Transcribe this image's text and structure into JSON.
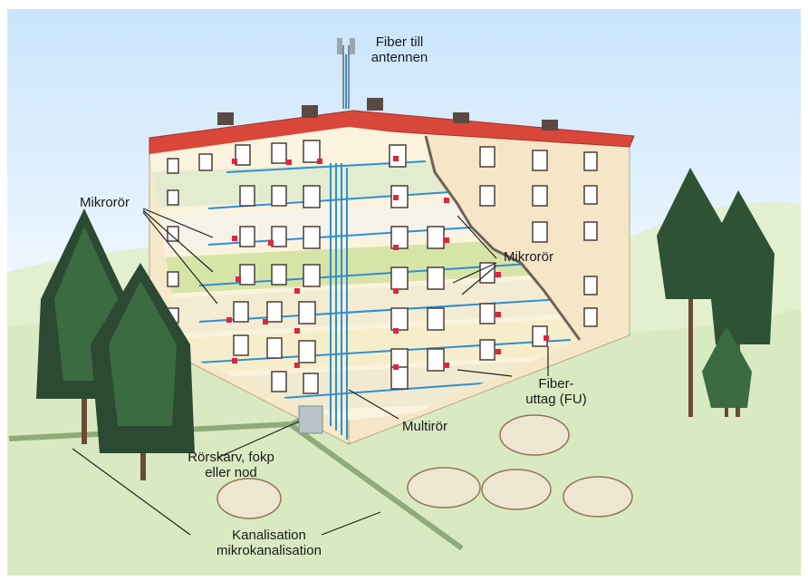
{
  "labels": {
    "fiber_antenna_line1": "Fiber till",
    "fiber_antenna_line2": "antennen",
    "mikroror_left": "Mikrorör",
    "mikroror_right": "Mikrorör",
    "fiberuttag_line1": "Fiber-",
    "fiberuttag_line2": "uttag (FU)",
    "multiror": "Multirör",
    "rorskarv_line1": "Rörskarv, fokp",
    "rorskarv_line2": "eller nod",
    "kanalisation_line1": "Kanalisation",
    "kanalisation_line2": "mikrokanalisation"
  },
  "colors": {
    "sky": "#dcefff",
    "grass": "#dfeecb",
    "roof": "#d9473b",
    "wall": "#f7e8c3",
    "fiber": "#2f8fd0",
    "outlet": "#e0243f",
    "tree": "#2c4a32"
  }
}
